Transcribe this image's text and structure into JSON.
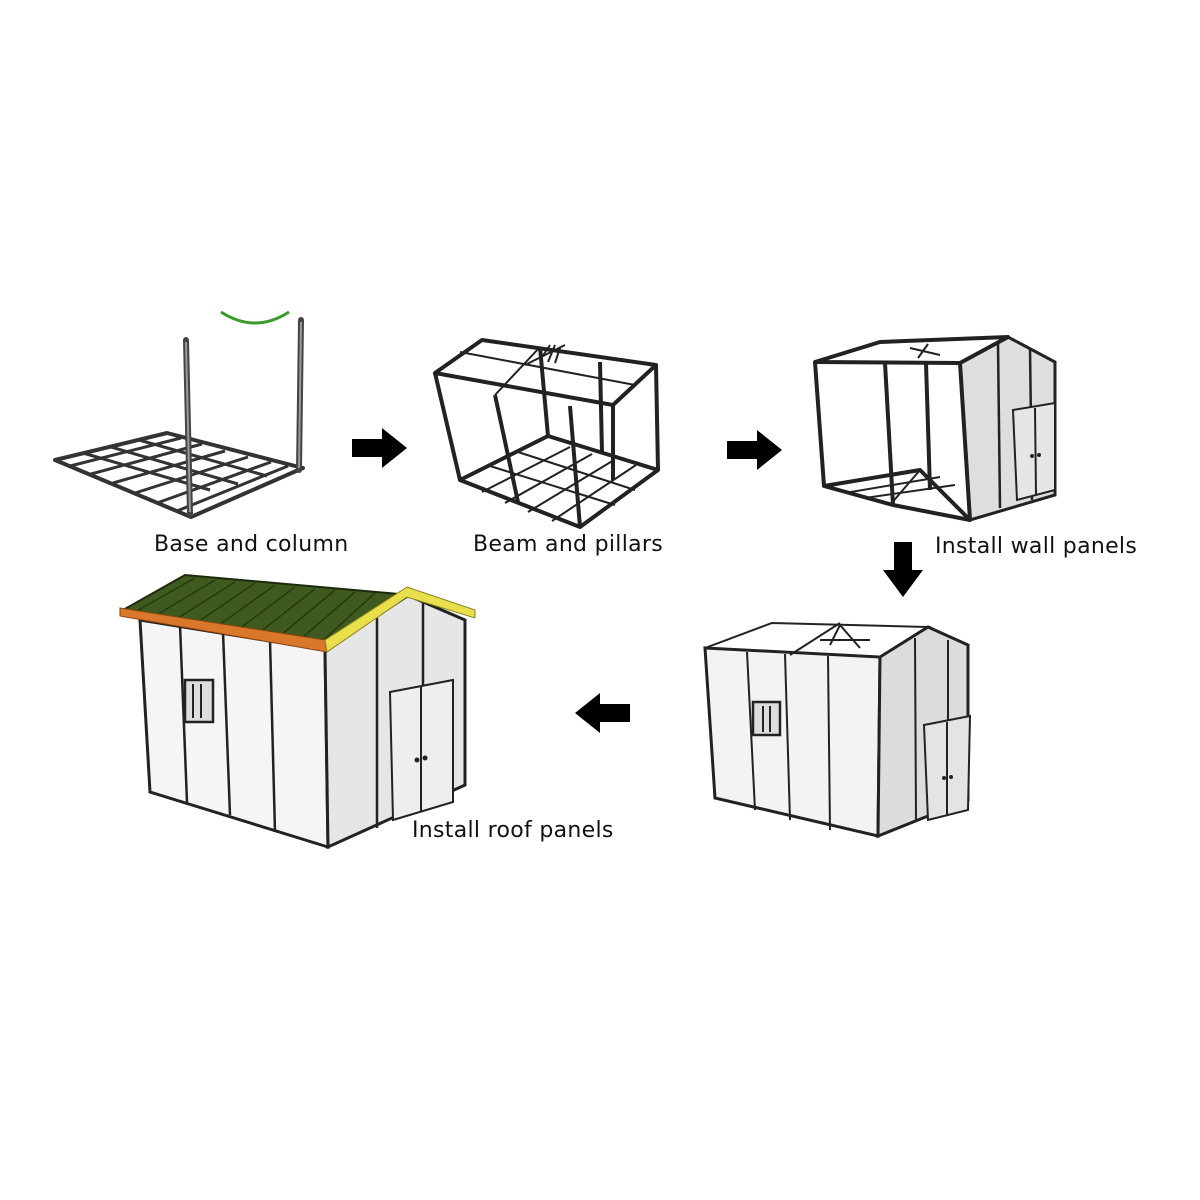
{
  "diagram": {
    "type": "process-flow",
    "background": "#ffffff",
    "steps": [
      {
        "id": 1,
        "label": "Base and column",
        "illustration": "steel-base-frame-with-two-columns"
      },
      {
        "id": 2,
        "label": "Beam and pillars",
        "illustration": "steel-frame-with-roof-truss"
      },
      {
        "id": 3,
        "label": "Install wall panels",
        "illustration": "frame-with-side-wall-and-double-door"
      },
      {
        "id": 4,
        "label": "",
        "illustration": "all-walls-installed-with-window-and-door"
      },
      {
        "id": 5,
        "label": "Install roof panels",
        "illustration": "completed-house-with-green-roof"
      }
    ],
    "arrows": [
      {
        "from": 1,
        "to": 2,
        "direction": "right"
      },
      {
        "from": 2,
        "to": 3,
        "direction": "right"
      },
      {
        "from": 3,
        "to": 4,
        "direction": "down"
      },
      {
        "from": 4,
        "to": 5,
        "direction": "left"
      }
    ],
    "colors": {
      "frame": "#333333",
      "wall": "#f4f4f4",
      "side_wall": "#dcdcdc",
      "roof": "#3f5a1e",
      "roof_trim_front": "#d9782a",
      "roof_trim_side": "#e8df4a",
      "arrow": "#000000",
      "accent_arc": "#3a9a2a"
    }
  }
}
